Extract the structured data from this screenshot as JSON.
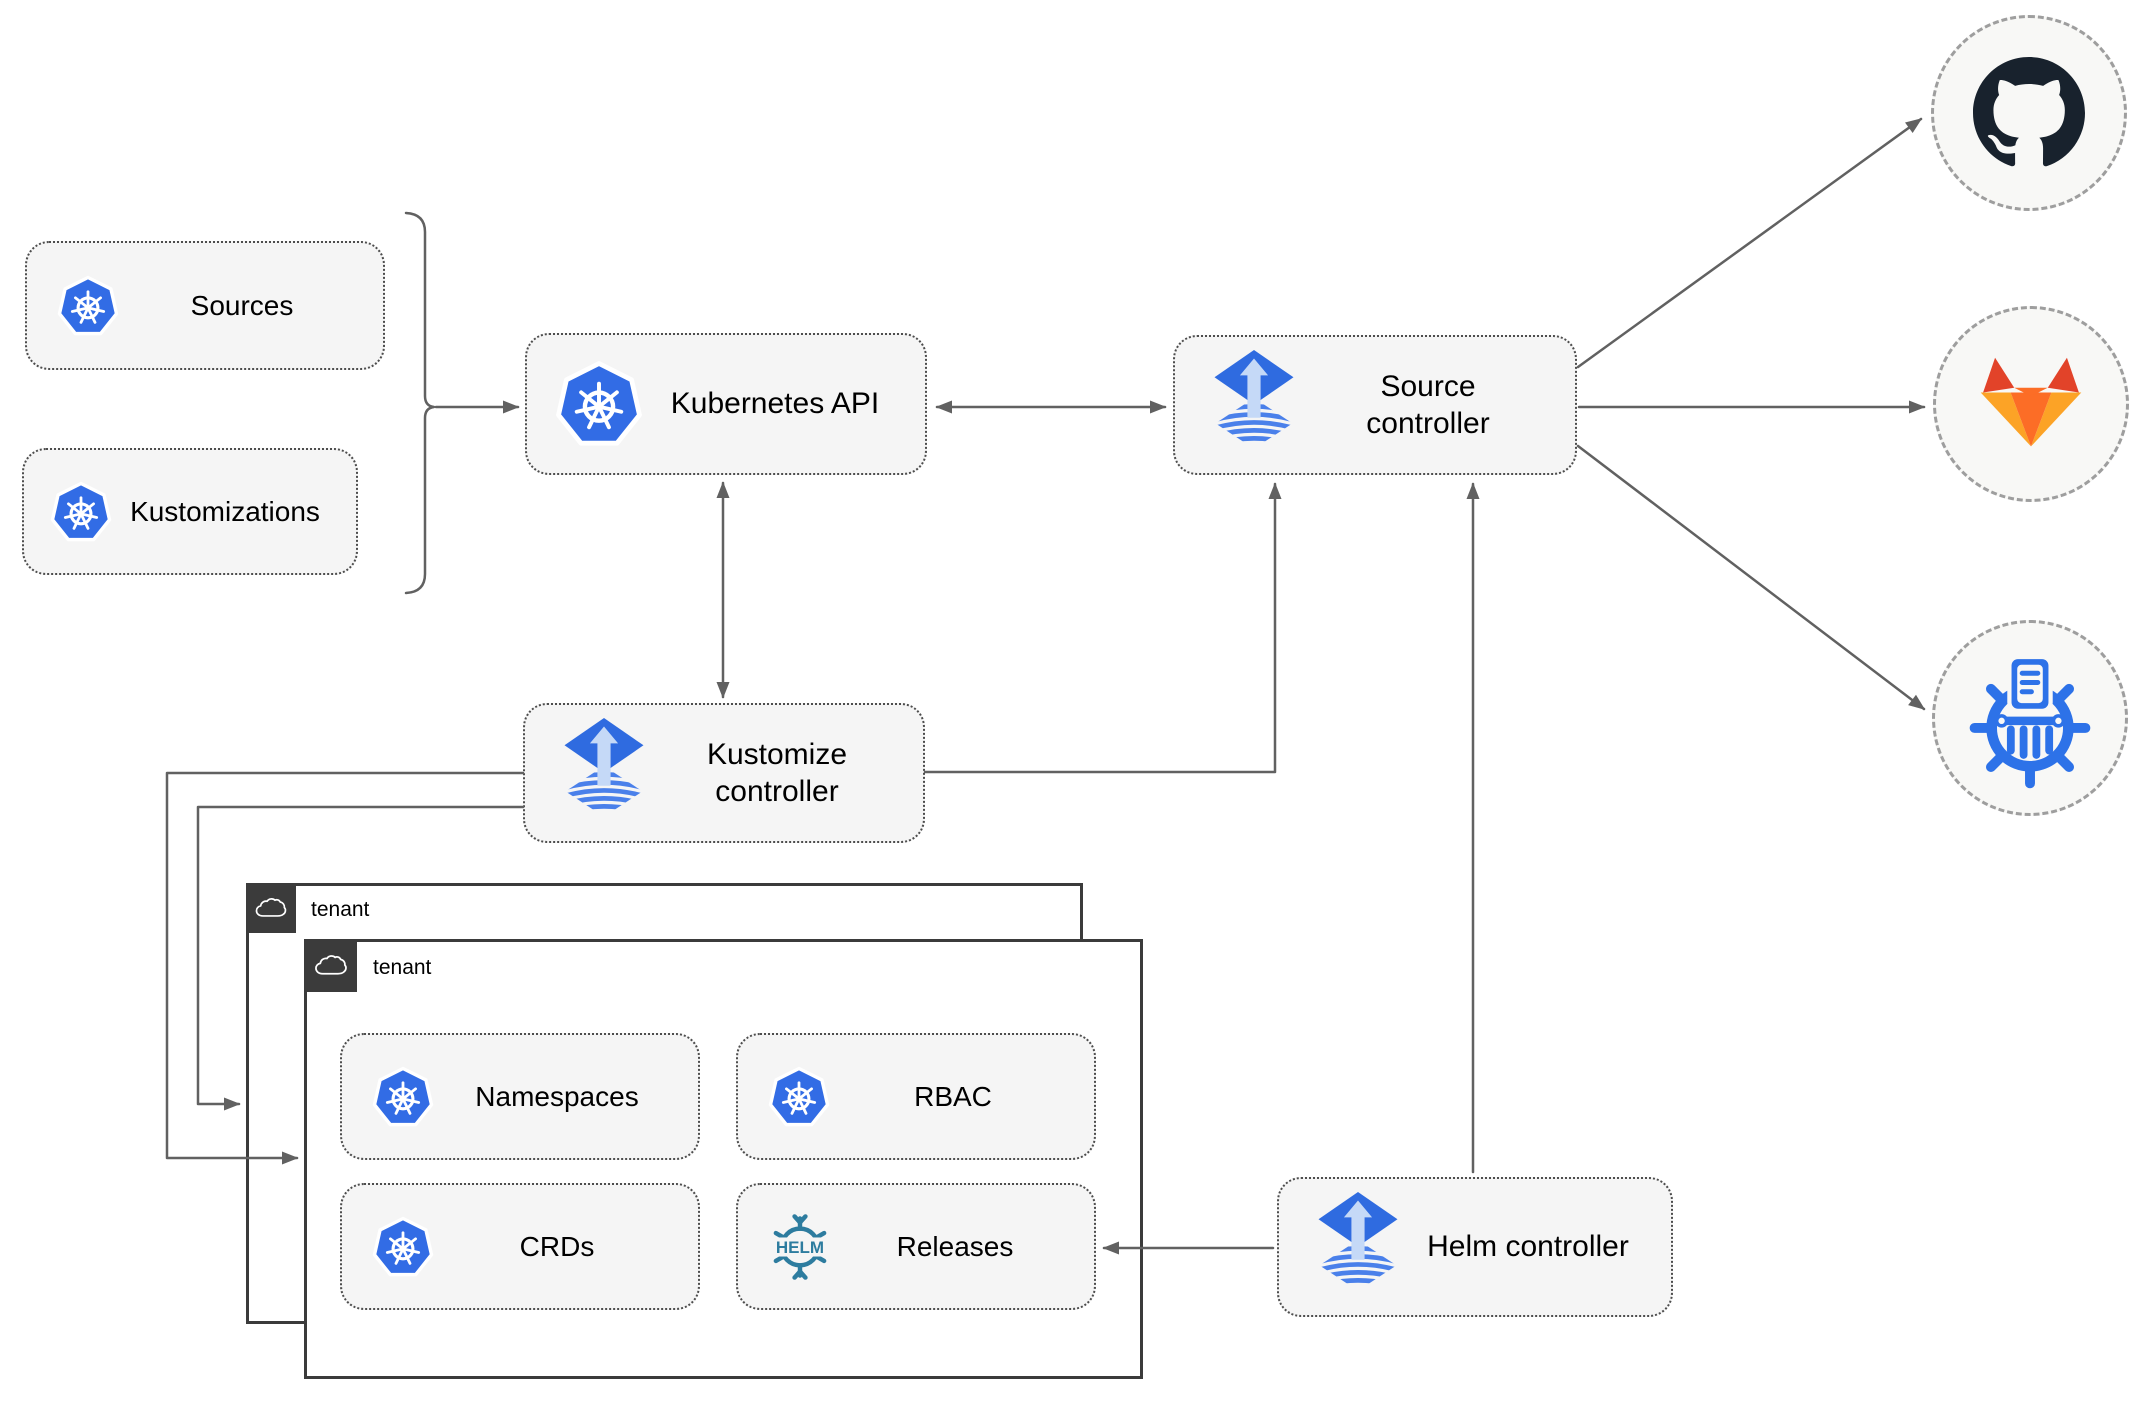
{
  "diagram": {
    "nodes": {
      "sources": "Sources",
      "kustomizations": "Kustomizations",
      "kubernetes_api": "Kubernetes API",
      "source_controller": "Source controller",
      "kustomize_controller": "Kustomize controller",
      "helm_controller": "Helm controller",
      "namespaces": "Namespaces",
      "rbac": "RBAC",
      "crds": "CRDs",
      "releases": "Releases"
    },
    "tenants": {
      "back": "tenant",
      "front": "tenant"
    },
    "icons": {
      "kubernetes": "kubernetes-wheel",
      "flux": "flux-arrow-diamond",
      "helm": "helm-wheel",
      "helm_text": "HELM",
      "cloud": "cloud",
      "github": "github-octocat",
      "gitlab": "gitlab-tanuki",
      "bucket": "bucket-storage-wheel"
    },
    "colors": {
      "kubernetes_blue": "#326ce5",
      "flux_blue": "#2f6be0",
      "flux_arrow_light": "#c5d9f7",
      "helm_teal": "#2d7c9f",
      "github_dark": "#18222d",
      "gitlab_dark_orange": "#e24329",
      "gitlab_orange": "#fc6d26",
      "gitlab_light_orange": "#fca326",
      "bucket_blue": "#2d72e8",
      "node_fill": "#f5f5f5",
      "connector_gray": "#616161",
      "tenant_border_dark": "#3b3b3b"
    }
  }
}
